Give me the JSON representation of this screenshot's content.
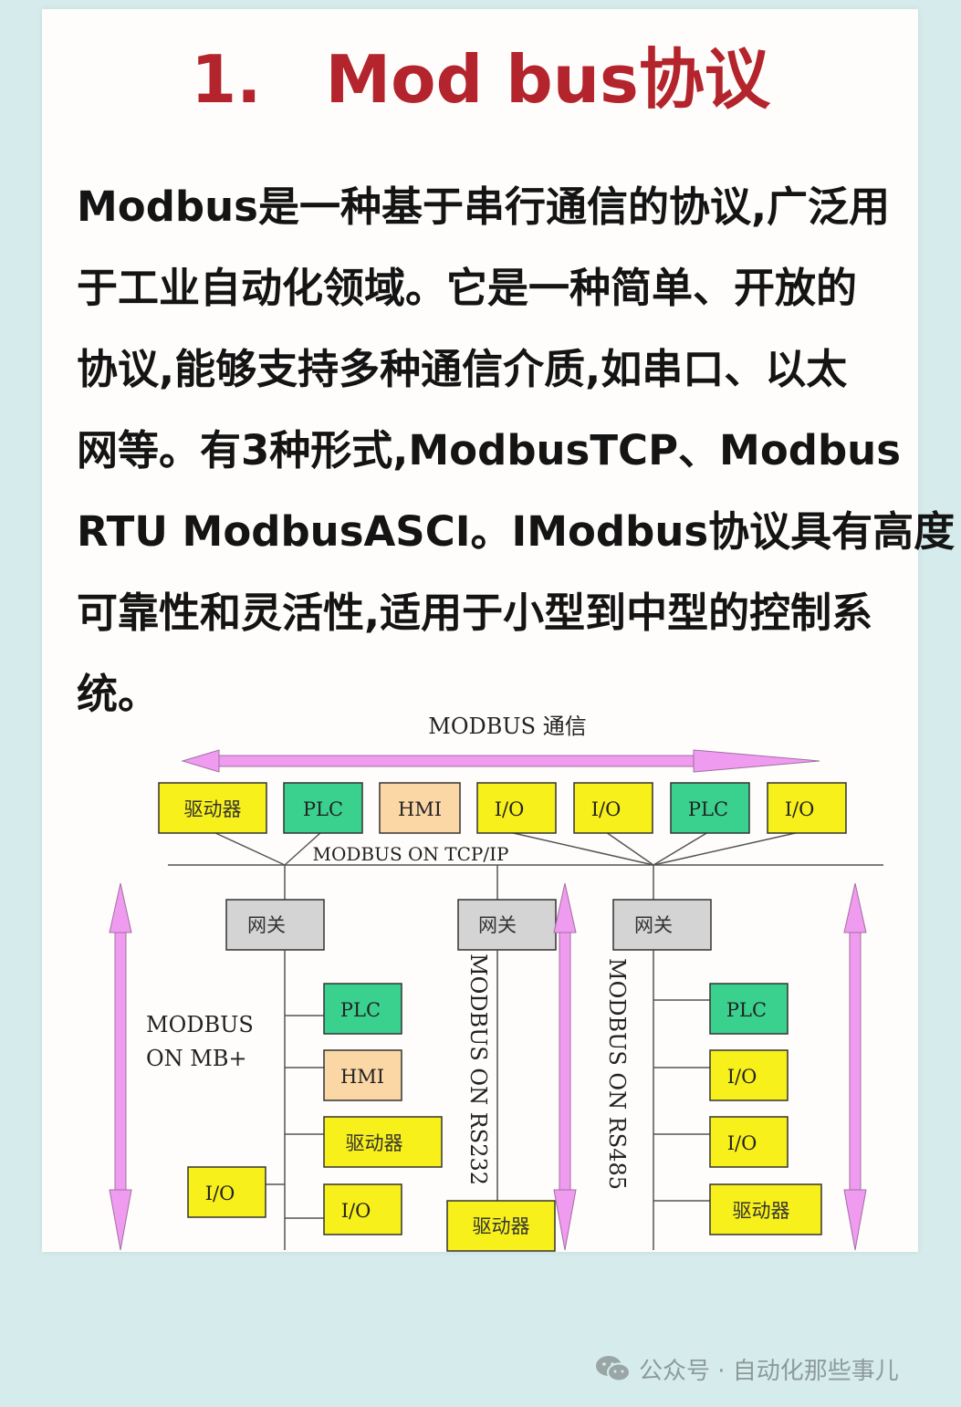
{
  "title": {
    "number": "1.",
    "text": "Mod bus协议"
  },
  "paragraph_lines": [
    "Modbus是一种基于串行通信的协议,广泛用",
    "于工业自动化领域。它是一种简单、开放的",
    "协议,能够支持多种通信介质,如串口、以太",
    "网等。有3种形式,ModbusTCP、Modbus",
    "RTU ModbusASCI。IModbus协议具有高度",
    "可靠性和灵活性,适用于小型到中型的控制系",
    "统。"
  ],
  "diagram": {
    "top_label": "MODBUS 通信",
    "tcp_label": "MODBUS ON TCP/IP",
    "mb_label_line1": "MODBUS",
    "mb_label_line2": "ON MB+",
    "rs232_label": "MODBUS ON RS232",
    "rs485_label": "MODBUS ON RS485",
    "top_devices": [
      "驱动器",
      "PLC",
      "HMI",
      "I/O",
      "I/O",
      "PLC",
      "I/O"
    ],
    "gateway_label": "网关",
    "left_bus_devices": [
      "PLC",
      "HMI",
      "驱动器",
      "I/O"
    ],
    "left_side_device": "I/O",
    "middle_device": "驱动器",
    "right_bus_devices": [
      "PLC",
      "I/O",
      "I/O",
      "驱动器"
    ],
    "colors": {
      "yellow": "#f7f01a",
      "green": "#3ad18e",
      "peach": "#fbd7a6",
      "gray": "#d4d4d4",
      "arrow": "#ef9bef"
    }
  },
  "footer": {
    "text": "公众号 · 自动化那些事儿"
  }
}
